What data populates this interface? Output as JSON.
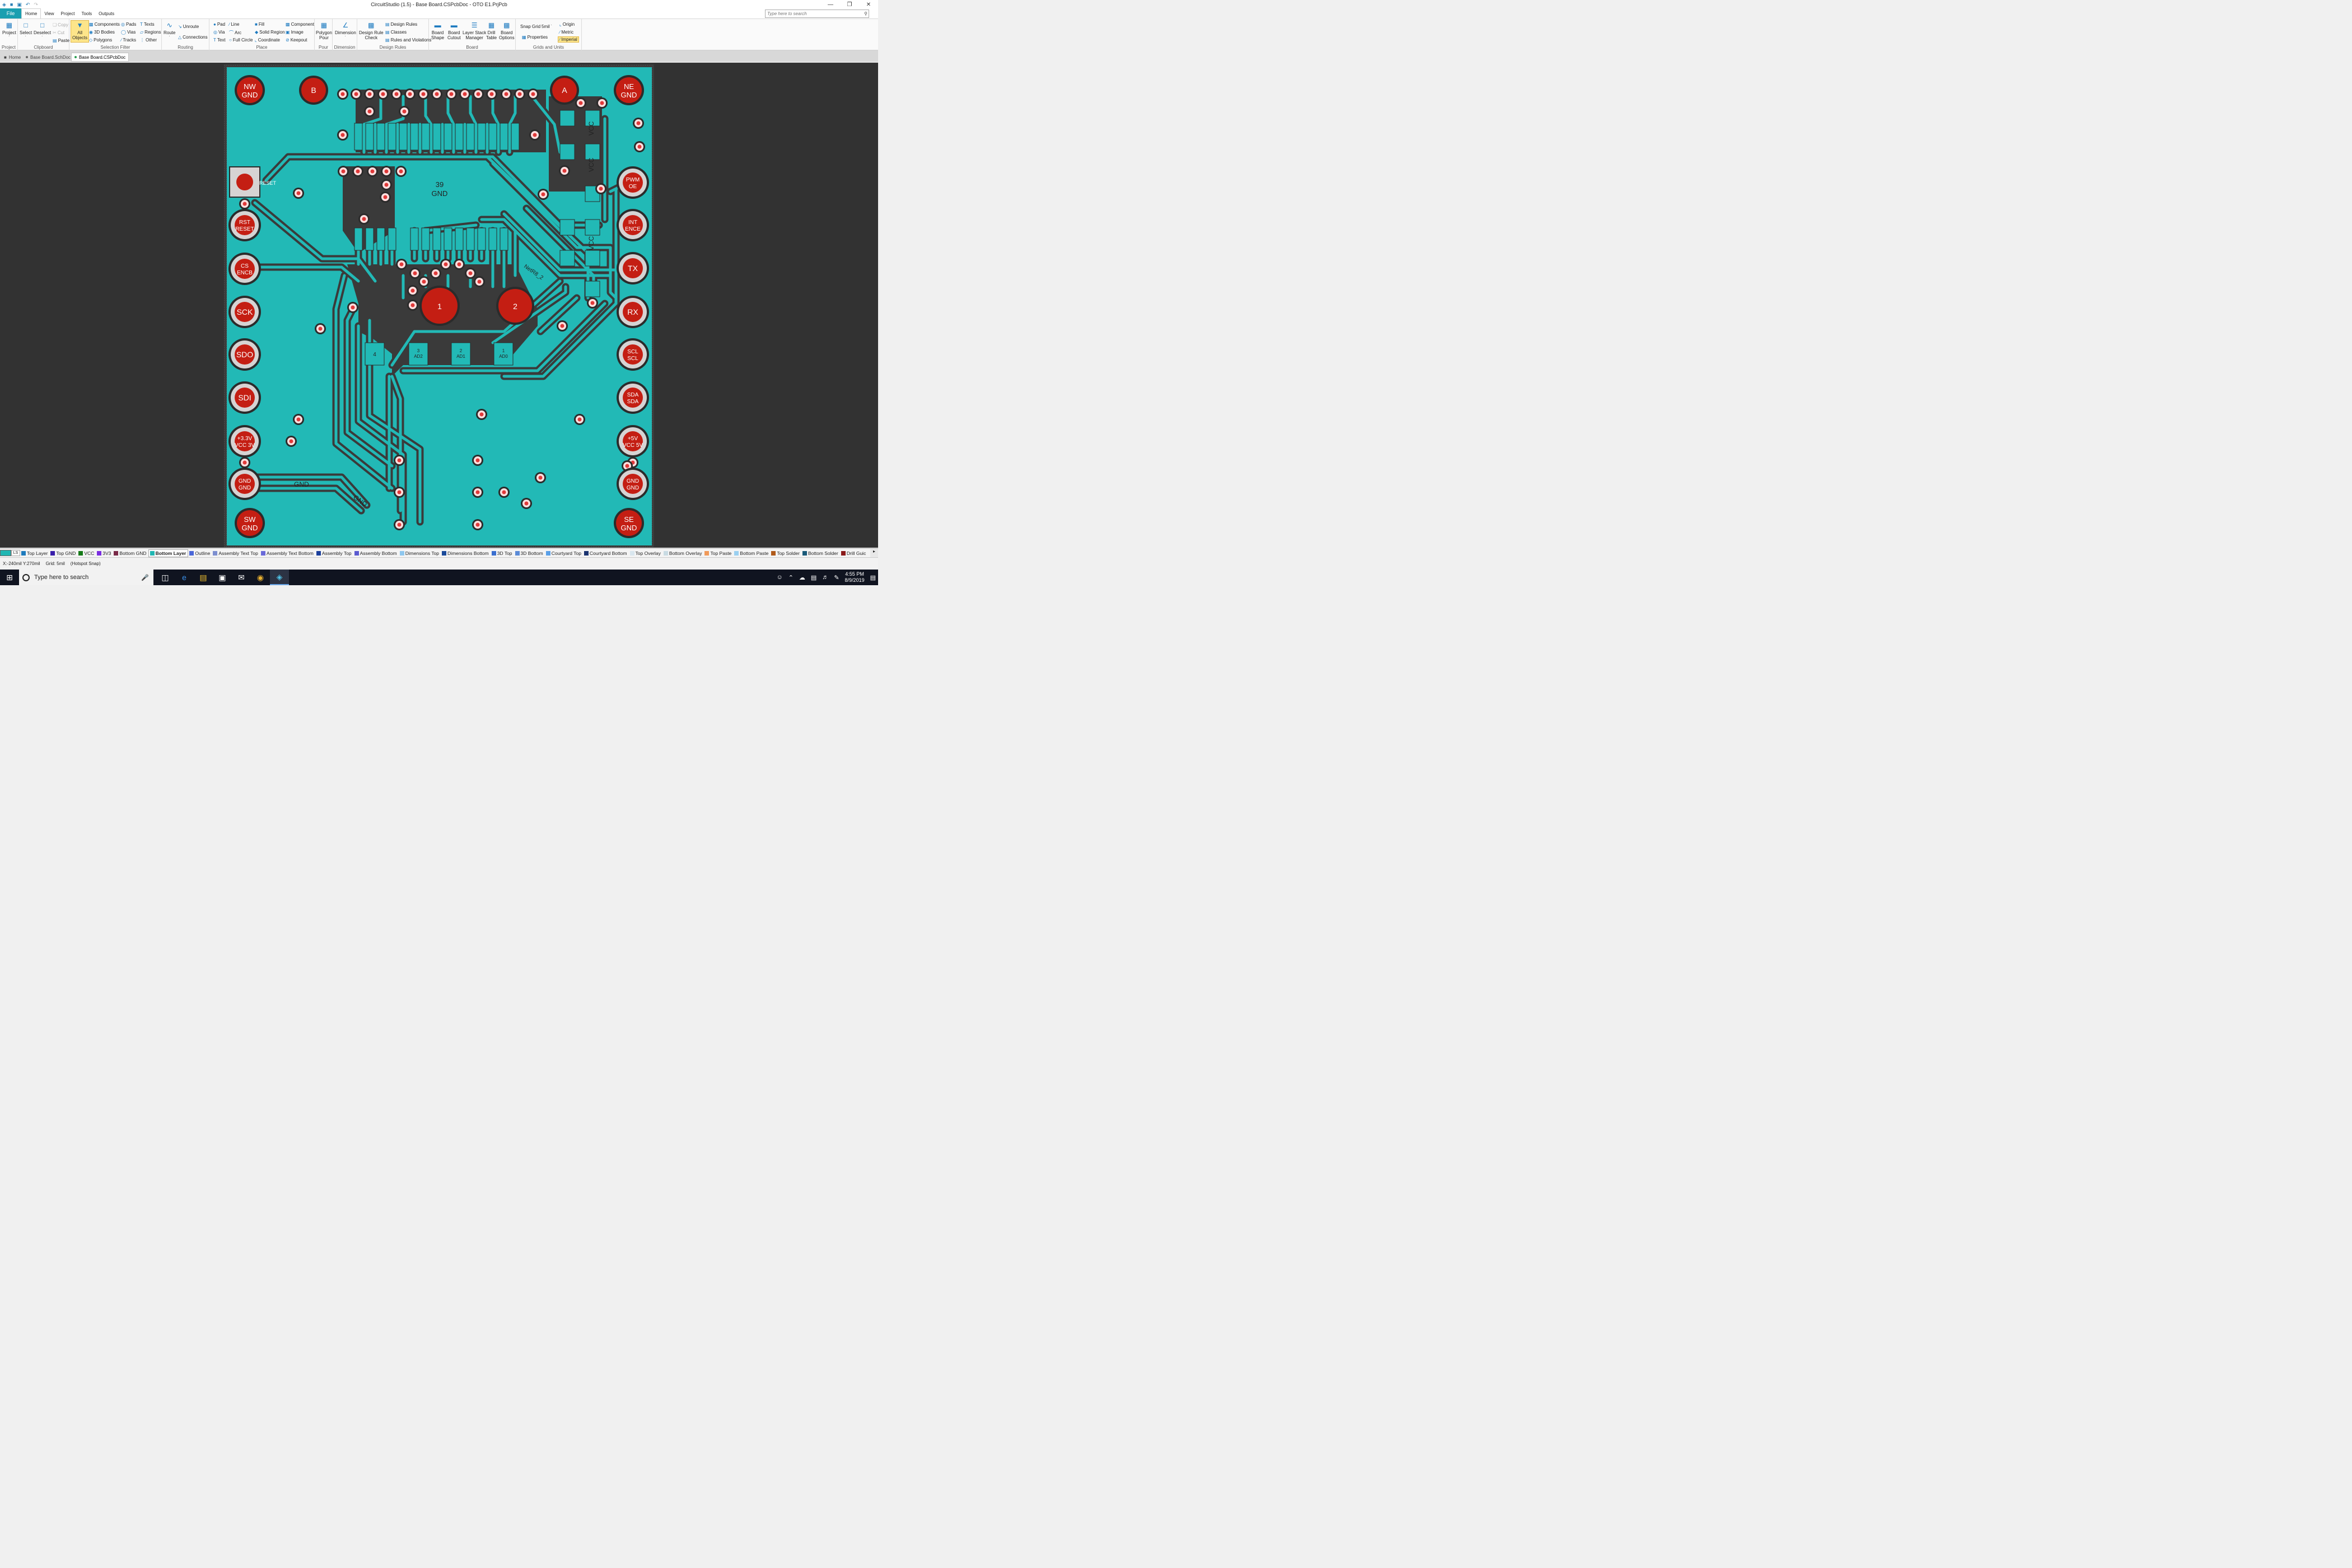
{
  "window": {
    "title": "CircuitStudio (1.5) - Base Board.CSPcbDoc - OTO E1.PrjPcb",
    "search_placeholder": "Type here to search"
  },
  "menu": {
    "file": "File",
    "items": [
      "Home",
      "View",
      "Project",
      "Tools",
      "Outputs"
    ]
  },
  "ribbon": {
    "project": {
      "label": "Project",
      "btn": "Project"
    },
    "clipboard": {
      "label": "Clipboard",
      "select": "Select",
      "deselect": "Deselect",
      "copy": "Copy",
      "cut": "Cut",
      "paste": "Paste"
    },
    "selection_filter": {
      "label": "Selection Filter",
      "all_objects_1": "All",
      "all_objects_2": "Objects",
      "components": "Components",
      "bodies": "3D Bodies",
      "polygons": "Polygons",
      "pads": "Pads",
      "vias": "Vias",
      "tracks": "Tracks",
      "texts": "Texts",
      "regions": "Regions",
      "other": "Other"
    },
    "routing": {
      "label": "Routing",
      "route": "Route",
      "unroute": "Unroute",
      "connections": "Connections"
    },
    "place": {
      "label": "Place",
      "pad": "Pad",
      "via": "Via",
      "text": "Text",
      "line": "Line",
      "arc": "Arc",
      "full_circle": "Full Circle",
      "fill": "Fill",
      "solid_region": "Solid Region",
      "coordinate": "Coordinate",
      "component": "Component",
      "image": "Image",
      "keepout": "Keepout"
    },
    "pour": {
      "label": "Pour",
      "btn_1": "Polygon",
      "btn_2": "Pour"
    },
    "dimension": {
      "label": "Dimension",
      "btn": "Dimension"
    },
    "design_rules": {
      "label": "Design Rules",
      "drc_1": "Design Rule",
      "drc_2": "Check",
      "design_rules": "Design Rules",
      "classes": "Classes",
      "rules_violations": "Rules and Violations"
    },
    "board": {
      "label": "Board",
      "shape_1": "Board",
      "shape_2": "Shape",
      "cutout_1": "Board",
      "cutout_2": "Cutout",
      "stack_1": "Layer Stack",
      "stack_2": "Manager",
      "drill_1": "Drill",
      "drill_2": "Table",
      "options_1": "Board",
      "options_2": "Options"
    },
    "grids": {
      "label": "Grids and Units",
      "snap_grid": "Snap Grid",
      "snap_value": "5mil",
      "properties": "Properties",
      "origin": "Origin",
      "metric": "Metric",
      "imperial": "Imperial"
    }
  },
  "doc_tabs": [
    "Home",
    "Base Board.SchDoc",
    "Base Board.CSPcbDoc"
  ],
  "board": {
    "corner_pads": [
      "NW\nGND",
      "NE\nGND",
      "SW\nGND",
      "SE\nGND"
    ],
    "left_pads": [
      "RST\nRESET",
      "CS\nENCB",
      "SCK",
      "SDO",
      "SDI",
      "+3.3V\nVCC 3V",
      "GND\nGND"
    ],
    "right_pads": [
      "PWM\nOE",
      "INT\nENCE",
      "TX",
      "RX",
      "SCL\nSCL",
      "SDA\nSDA",
      "+5V\nVCC 5V",
      "GND\nGND"
    ],
    "mount_holes": [
      "B",
      "A",
      "1",
      "2"
    ],
    "label_39": "39",
    "label_gnd": "GND",
    "label_vcc": "VCC",
    "net_labels": [
      "GND",
      "GND",
      "NetR8_2",
      "RESET"
    ],
    "smd_pads": [
      "4",
      "3\nAD2",
      "2\nAD1",
      "1\nAD0"
    ],
    "colors": {
      "copper": "#22b9b6",
      "pad": "#c41e13",
      "ring": "#d6d3d3",
      "hole": "#cfcfcf",
      "trace_gap": "#3a3a3a",
      "track": "#22b9b6",
      "background": "#323232"
    }
  },
  "layers": [
    {
      "name": "Top Layer",
      "color": "#1e7bbd"
    },
    {
      "name": "Top GND",
      "color": "#3a1faa"
    },
    {
      "name": "VCC",
      "color": "#157a18"
    },
    {
      "name": "3V3",
      "color": "#7a2de0"
    },
    {
      "name": "Bottom GND",
      "color": "#7a2a48"
    },
    {
      "name": "Bottom Layer",
      "color": "#20b6b2"
    },
    {
      "name": "Outline",
      "color": "#4a67d8"
    },
    {
      "name": "Assembly Text Top",
      "color": "#7d8fd0"
    },
    {
      "name": "Assembly Text Bottom",
      "color": "#6a6ad9"
    },
    {
      "name": "Assembly Top",
      "color": "#1b3f9c"
    },
    {
      "name": "Assembly Bottom",
      "color": "#5a5ad0"
    },
    {
      "name": "Dimensions Top",
      "color": "#8ec7ee"
    },
    {
      "name": "Dimensions Bottom",
      "color": "#1a4a9a"
    },
    {
      "name": "3D Top",
      "color": "#3b6fd0"
    },
    {
      "name": "3D Bottom",
      "color": "#5a8ad6"
    },
    {
      "name": "Courtyard Top",
      "color": "#5aa0e8"
    },
    {
      "name": "Courtyard Bottom",
      "color": "#1b3470"
    },
    {
      "name": "Top Overlay",
      "color": "#d8e6ee"
    },
    {
      "name": "Bottom Overlay",
      "color": "#c9dbe3"
    },
    {
      "name": "Top Paste",
      "color": "#f09a5a"
    },
    {
      "name": "Bottom Paste",
      "color": "#9ad0f0"
    },
    {
      "name": "Top Solder",
      "color": "#b05a1a"
    },
    {
      "name": "Bottom Solder",
      "color": "#1a5a7a"
    },
    {
      "name": "Drill Guic",
      "color": "#8a1a1a"
    }
  ],
  "layer_set": "LS",
  "current_layer": "Bottom Layer",
  "status": {
    "coords": "X:-240mil Y:270mil",
    "grid": "Grid: 5mil",
    "snap": "(Hotspot Snap)"
  },
  "taskbar": {
    "search": "Type here to search",
    "time": "4:55 PM",
    "date": "8/9/2019"
  }
}
